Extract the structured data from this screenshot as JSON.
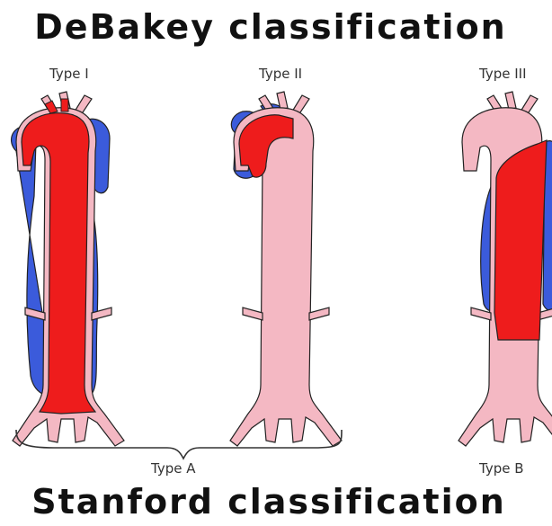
{
  "titles": {
    "top": "DeBakey classification",
    "bottom": "Stanford classification"
  },
  "debakey_types": [
    "Type I",
    "Type II",
    "Type III"
  ],
  "stanford_types": [
    "Type A",
    "Type B"
  ],
  "colors": {
    "aorta": "#f4b8c3",
    "true_lumen_dissection": "#ee1c1c",
    "false_lumen": "#3b5bdb",
    "outline": "#222222"
  }
}
